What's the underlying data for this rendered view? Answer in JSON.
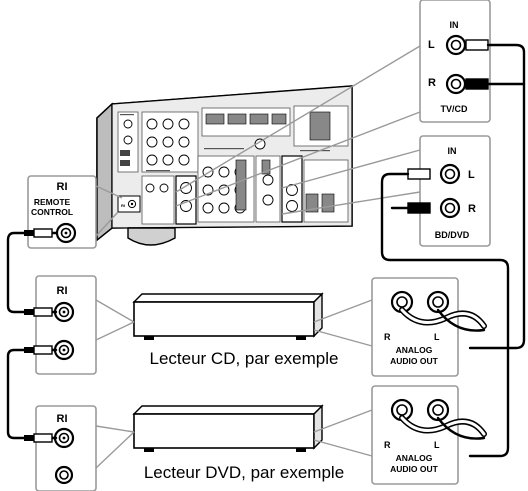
{
  "labels": {
    "ri": "RI",
    "remote_control_1": "REMOTE",
    "remote_control_2": "CONTROL",
    "in": "IN",
    "l": "L",
    "r": "R",
    "tv_cd": "TV/CD",
    "bd_dvd": "BD/DVD",
    "analog_1": "ANALOG",
    "analog_2": "AUDIO OUT",
    "device_cd": "Lecteur CD, par exemple",
    "device_dvd": "Lecteur DVD, par exemple"
  },
  "colors": {
    "line": "#000000",
    "frame": "#9a9a9a",
    "receiver_body": "#d8d8d8",
    "receiver_panel": "#ffffff"
  }
}
